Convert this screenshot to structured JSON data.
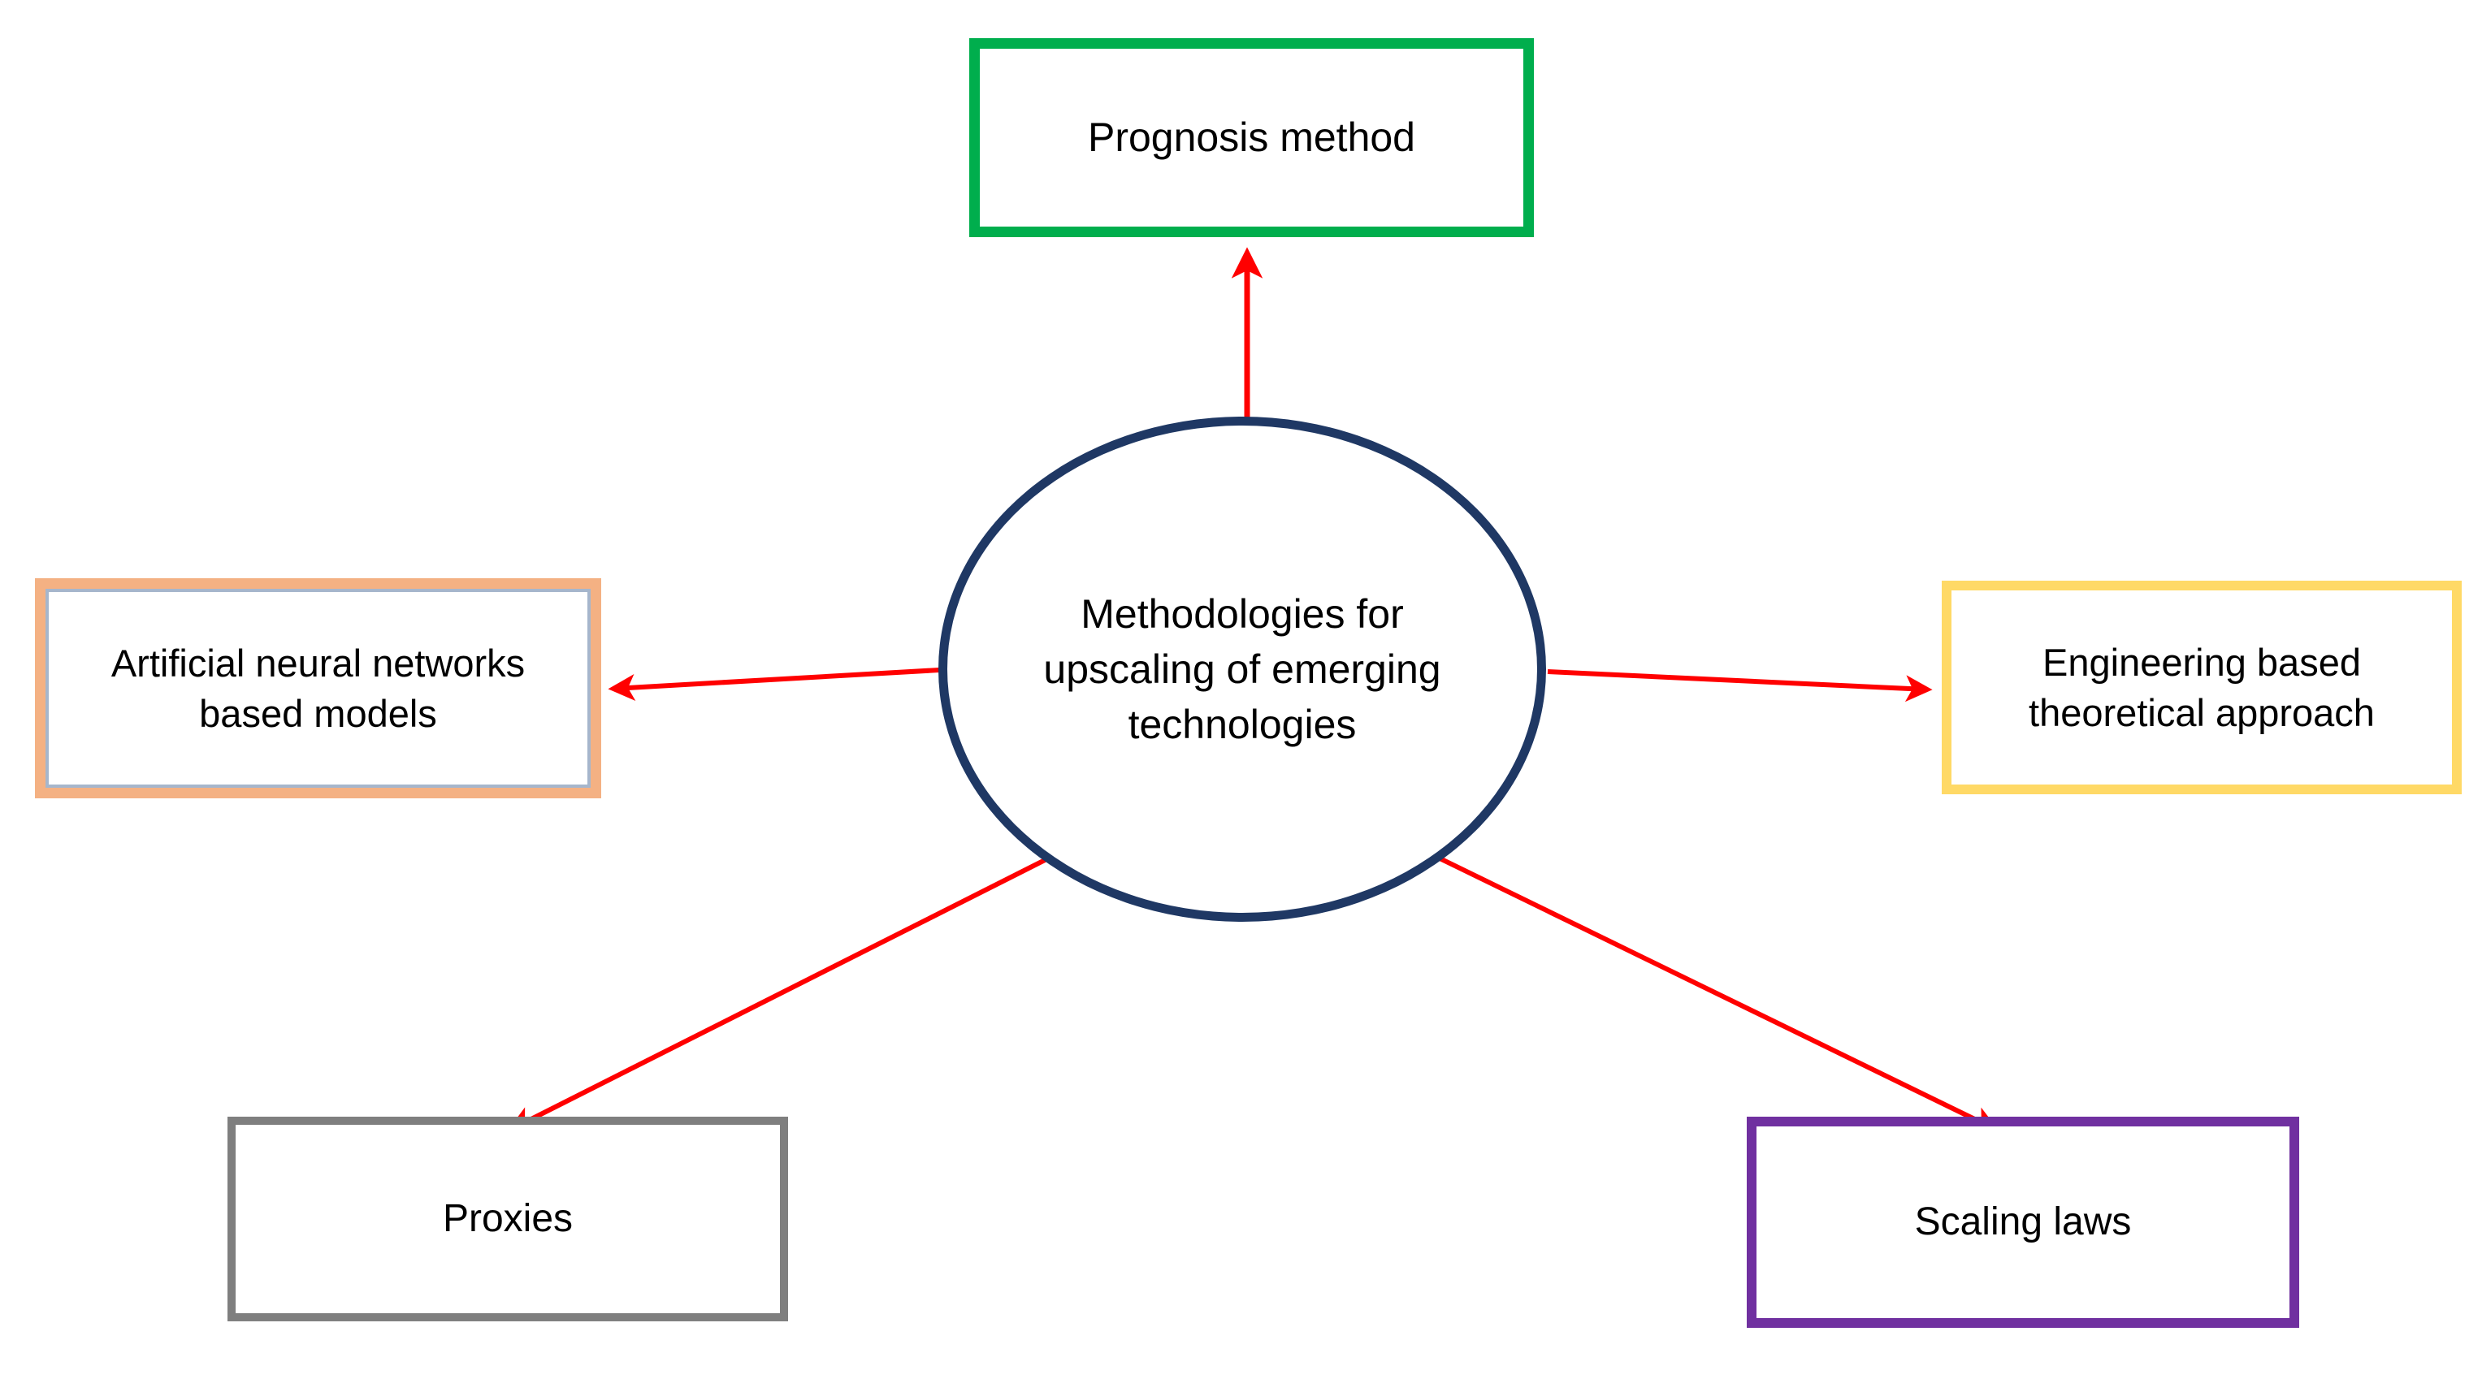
{
  "diagram": {
    "title": "Methodologies for upscaling of emerging technologies",
    "background_color": "#FFFFFF",
    "arrow_color": "#FF0000",
    "center": {
      "label": "Methodologies for upscaling of emerging technologies",
      "shape": "ellipse",
      "border_color": "#1F3864"
    },
    "nodes": [
      {
        "id": "prognosis",
        "label": "Prognosis method",
        "shape": "rectangle",
        "border_color": "#00AE4D",
        "position": "top"
      },
      {
        "id": "artificial-neural-networks",
        "label": "Artificial neural networks based models",
        "shape": "rectangle",
        "border_color": "#F4B183",
        "inner_border_color": "#A6B6CC",
        "position": "left"
      },
      {
        "id": "engineering-theoretical",
        "label": "Engineering based theoretical approach",
        "shape": "rectangle",
        "border_color": "#FFD966",
        "position": "right"
      },
      {
        "id": "proxies",
        "label": "Proxies",
        "shape": "rectangle",
        "border_color": "#7F7F7F",
        "position": "bottom-left"
      },
      {
        "id": "scaling-laws",
        "label": "Scaling laws",
        "shape": "rectangle",
        "border_color": "#7030A0",
        "position": "bottom-right"
      }
    ],
    "edges": [
      {
        "from": "center",
        "to": "prognosis",
        "style": "arrow",
        "color": "#FF0000"
      },
      {
        "from": "center",
        "to": "artificial-neural-networks",
        "style": "arrow",
        "color": "#FF0000"
      },
      {
        "from": "center",
        "to": "engineering-theoretical",
        "style": "arrow",
        "color": "#FF0000"
      },
      {
        "from": "center",
        "to": "proxies",
        "style": "arrow",
        "color": "#FF0000"
      },
      {
        "from": "center",
        "to": "scaling-laws",
        "style": "arrow",
        "color": "#FF0000"
      }
    ]
  }
}
